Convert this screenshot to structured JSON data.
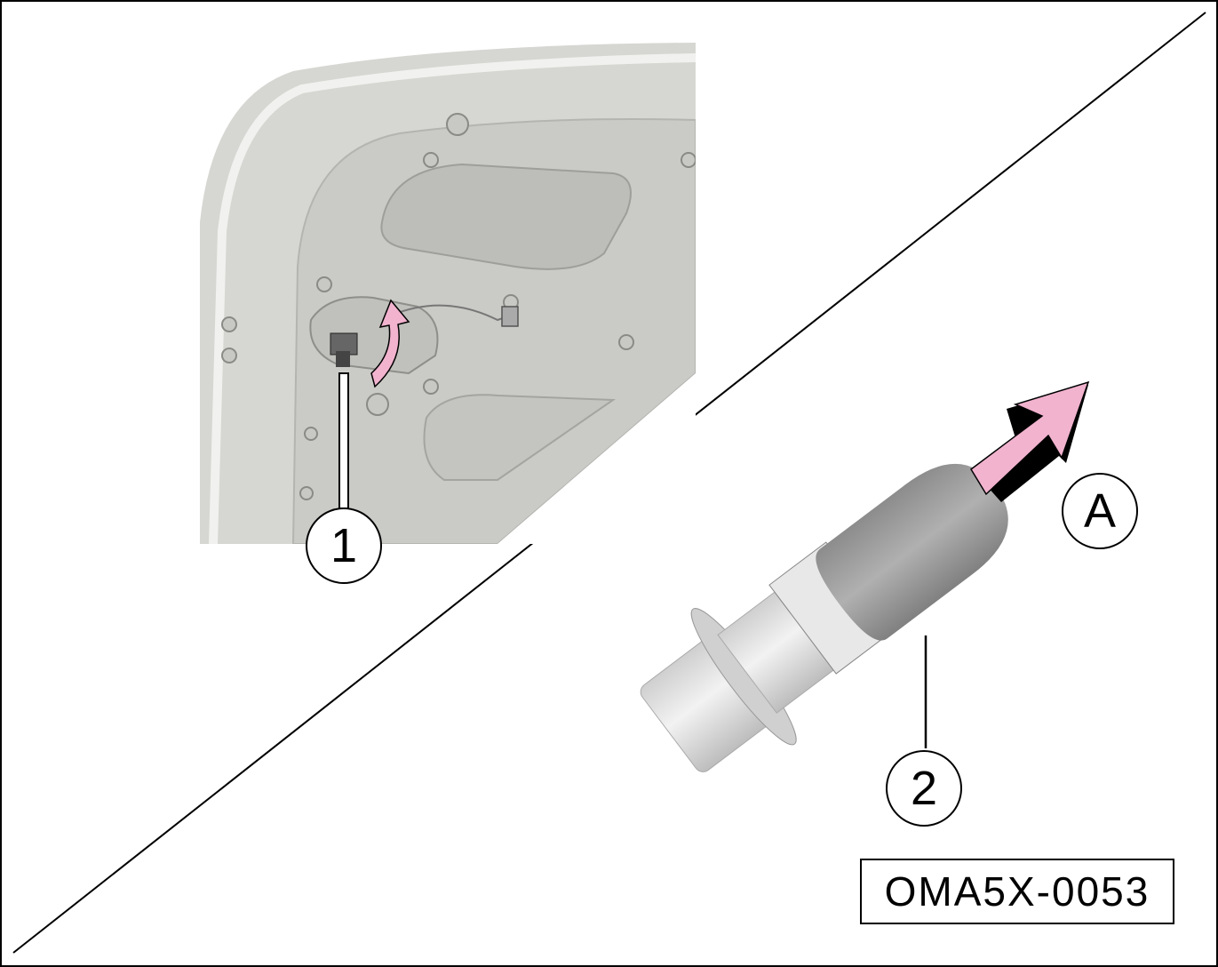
{
  "callouts": {
    "one": "1",
    "two": "2",
    "a": "A"
  },
  "figure_code": "OMA5X-0053",
  "colors": {
    "arrow": "#f2b3cf",
    "panel": "#d4d4d0",
    "bulb": "#9a9a9a",
    "socket": "#e2e2e2"
  }
}
